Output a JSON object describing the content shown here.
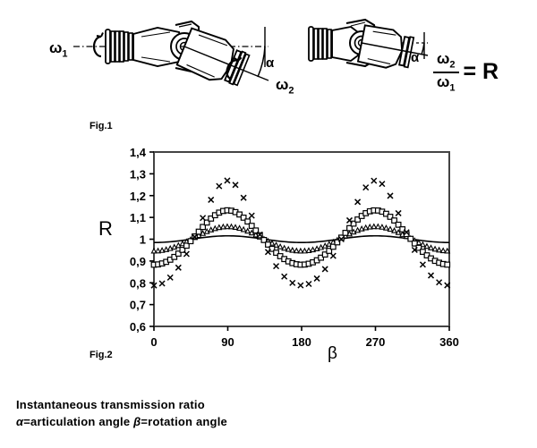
{
  "figure1": {
    "caption": "Fig.1",
    "omega1": "ω",
    "omega1_sub": "1",
    "omega2": "ω",
    "omega2_sub": "2",
    "alpha_left": "α",
    "alpha_right": "α",
    "formula_num": "ω",
    "formula_num_sub": "2",
    "formula_den": "ω",
    "formula_den_sub": "1",
    "formula_equals": "= R"
  },
  "figure2": {
    "caption": "Fig.2",
    "r_label": "R",
    "beta_label": "β"
  },
  "caption": {
    "line1": "Instantaneous transmission ratio",
    "line2_alpha": "α",
    "line2_mid": "=articulation angle ",
    "line2_beta": "β",
    "line2_end": "=rotation angle"
  },
  "chart_data": {
    "type": "scatter",
    "title": "Instantaneous transmission ratio",
    "xlabel": "β",
    "ylabel": "R",
    "xlim": [
      0,
      360
    ],
    "ylim": [
      0.6,
      1.4
    ],
    "xticks": [
      0,
      90,
      180,
      270,
      360
    ],
    "xticklabels": [
      "0",
      "90",
      "180",
      "270",
      "360"
    ],
    "yticks": [
      0.6,
      0.7,
      0.8,
      0.9,
      1.0,
      1.1,
      1.2,
      1.3,
      1.4
    ],
    "yticklabels": [
      "0,6",
      "0,7",
      "0,8",
      "0,9",
      "1",
      "1,1",
      "1,2",
      "1,3",
      "1,4"
    ],
    "grid": false,
    "legend": "none",
    "decimal_separator": ",",
    "description": "Four instantaneous transmission ratio curves R = cos(alpha)/(1 - sin^2(alpha) sin^2(beta)) for increasing articulation angle alpha. Each curve has two maxima at beta = 90 and 270 degrees and minima at beta = 0, 180 and 360 degrees.",
    "series": [
      {
        "name": "alpha-small-solid-line",
        "marker": "solid-line",
        "alpha_deg": 10,
        "min": 0.985,
        "max": 1.015,
        "x": [
          0,
          10,
          20,
          30,
          40,
          50,
          60,
          70,
          80,
          90,
          100,
          110,
          120,
          130,
          140,
          150,
          160,
          170,
          180,
          190,
          200,
          210,
          220,
          230,
          240,
          250,
          260,
          270,
          280,
          290,
          300,
          310,
          320,
          330,
          340,
          350,
          360
        ],
        "values": [
          0.985,
          0.985,
          0.986,
          0.989,
          0.993,
          0.999,
          1.005,
          1.01,
          1.014,
          1.015,
          1.014,
          1.01,
          1.005,
          0.999,
          0.993,
          0.989,
          0.986,
          0.985,
          0.985,
          0.985,
          0.986,
          0.989,
          0.993,
          0.999,
          1.005,
          1.01,
          1.014,
          1.015,
          1.014,
          1.01,
          1.005,
          0.999,
          0.993,
          0.989,
          0.986,
          0.985,
          0.985
        ]
      },
      {
        "name": "alpha-mid-triangle-markers",
        "marker": "triangle",
        "alpha_deg": 19,
        "min": 0.945,
        "max": 1.062,
        "x": [
          0,
          10,
          20,
          30,
          40,
          50,
          60,
          70,
          80,
          90,
          100,
          110,
          120,
          130,
          140,
          150,
          160,
          170,
          180,
          190,
          200,
          210,
          220,
          230,
          240,
          250,
          260,
          270,
          280,
          290,
          300,
          310,
          320,
          330,
          340,
          350,
          360
        ],
        "values": [
          0.945,
          0.948,
          0.955,
          0.968,
          0.988,
          1.01,
          1.032,
          1.049,
          1.059,
          1.062,
          1.059,
          1.049,
          1.032,
          1.01,
          0.988,
          0.968,
          0.955,
          0.948,
          0.945,
          0.948,
          0.955,
          0.968,
          0.988,
          1.01,
          1.032,
          1.049,
          1.059,
          1.062,
          1.059,
          1.049,
          1.032,
          1.01,
          0.988,
          0.968,
          0.955,
          0.948,
          0.945
        ]
      },
      {
        "name": "alpha-large-square-markers",
        "marker": "square",
        "alpha_deg": 28,
        "min": 0.878,
        "max": 1.163,
        "x": [
          0,
          10,
          20,
          30,
          40,
          50,
          60,
          70,
          80,
          90,
          100,
          110,
          120,
          130,
          140,
          150,
          160,
          170,
          180,
          190,
          200,
          210,
          220,
          230,
          240,
          250,
          260,
          270,
          280,
          290,
          300,
          310,
          320,
          330,
          340,
          350,
          360
        ],
        "values": [
          0.878,
          0.884,
          0.903,
          0.937,
          0.987,
          1.046,
          1.104,
          1.146,
          1.162,
          1.163,
          1.162,
          1.146,
          1.104,
          1.046,
          0.987,
          0.937,
          0.903,
          0.884,
          0.878,
          0.884,
          0.903,
          0.937,
          0.987,
          1.046,
          1.104,
          1.146,
          1.162,
          1.163,
          1.162,
          1.146,
          1.104,
          1.046,
          0.987,
          0.937,
          0.903,
          0.884,
          0.878
        ]
      },
      {
        "name": "alpha-largest-cross-markers",
        "marker": "x",
        "alpha_deg": 38,
        "min": 0.772,
        "max": 1.31,
        "x": [
          0,
          10,
          20,
          30,
          40,
          50,
          60,
          70,
          80,
          90,
          100,
          110,
          120,
          130,
          140,
          150,
          160,
          170,
          180,
          190,
          200,
          210,
          220,
          230,
          240,
          250,
          260,
          270,
          280,
          290,
          300,
          310,
          320,
          330,
          340,
          350,
          360
        ],
        "values": [
          0.772,
          0.782,
          0.812,
          0.868,
          0.95,
          1.055,
          1.168,
          1.259,
          1.305,
          1.31,
          1.305,
          1.259,
          1.168,
          1.055,
          0.95,
          0.868,
          0.812,
          0.782,
          0.772,
          0.782,
          0.812,
          0.868,
          0.95,
          1.055,
          1.168,
          1.259,
          1.305,
          1.31,
          1.305,
          1.259,
          1.168,
          1.055,
          0.95,
          0.868,
          0.812,
          0.782,
          0.772
        ]
      }
    ]
  }
}
